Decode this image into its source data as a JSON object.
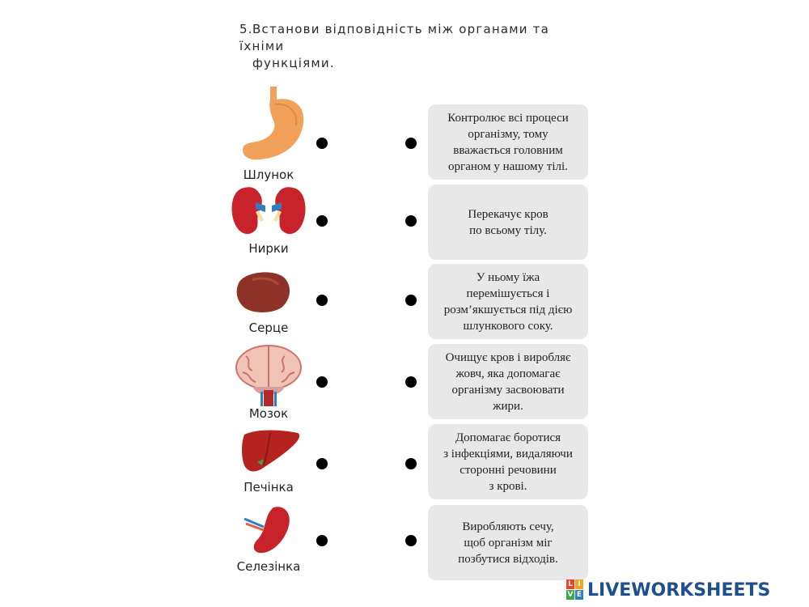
{
  "question": {
    "number": "5.",
    "line1": "Встанови відповідність між органами та їхніми",
    "line2": "функціями."
  },
  "organs": [
    {
      "label": "Шлунок",
      "icon": "stomach-icon"
    },
    {
      "label": "Нирки",
      "icon": "kidneys-icon"
    },
    {
      "label": "Серце",
      "icon": "heart-organ-icon"
    },
    {
      "label": "Мозок",
      "icon": "brain-icon"
    },
    {
      "label": "Печінка",
      "icon": "liver-icon"
    },
    {
      "label": "Селезінка",
      "icon": "spleen-icon"
    }
  ],
  "functions": [
    "Контролює всі процеси\nорганізму, тому\nвважається головним\nорганом у нашому тілі.",
    "Перекачує кров\nпо всьому тілу.",
    "У ньому їжа\nперемішується і\nрозм’якшується під дією\nшлункового соку.",
    "Очищує кров і виробляє\nжовч, яка допомагає\nорганізму засвоювати\nжири.",
    "Допомагає боротися\nз інфекціями, видаляючи\nсторонні речовини\nз крові.",
    "Виробляють сечу,\nщоб організм міг\nпозбутися відходів."
  ],
  "colors": {
    "stomach": "#f2a15a",
    "kidney": "#c8232b",
    "vessel": "#2f7fc0",
    "heart": "#8e3228",
    "brain": "#f1c2b6",
    "liver": "#b4231f",
    "card_bg": "#e8e8e8",
    "logo_blue": "#1f4f8f"
  },
  "logo": {
    "text": "LIVEWORKSHEETS",
    "badge_letters": [
      "L",
      "I",
      "V",
      "E"
    ]
  }
}
